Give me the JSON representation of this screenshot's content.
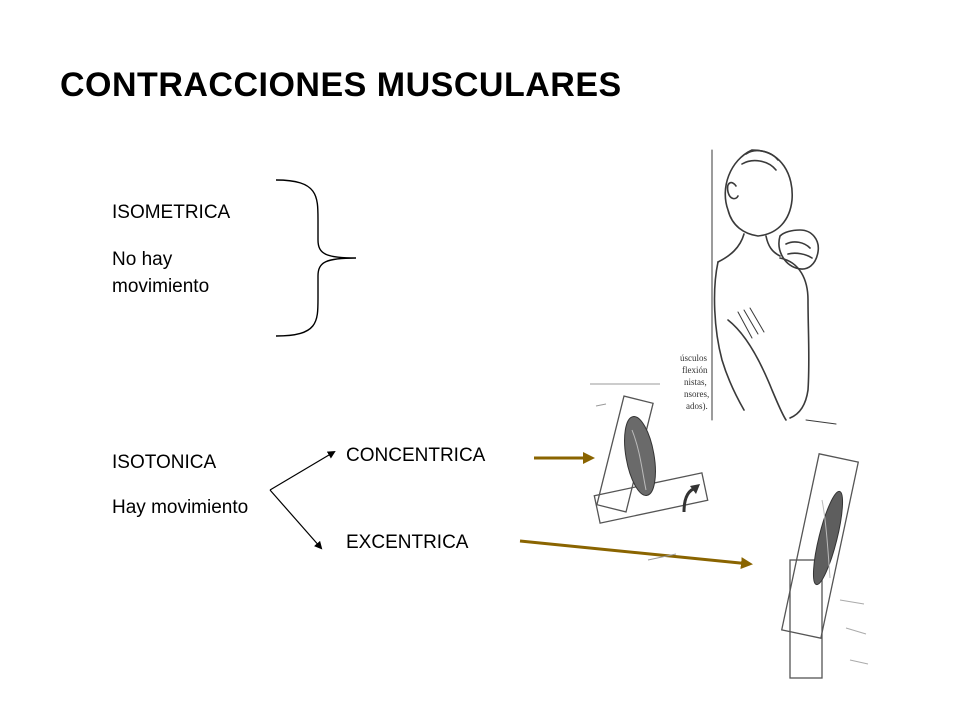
{
  "slide": {
    "title": "CONTRACCIONES MUSCULARES",
    "isometric": {
      "label": "ISOMETRICA",
      "description": "No hay movimiento"
    },
    "isotonic": {
      "label": "ISOTONICA",
      "description": "Hay movimiento"
    },
    "branches": {
      "concentric": "CONCENTRICA",
      "eccentric": "EXCENTRICA"
    },
    "figure_caption": [
      "úsculos",
      "flexión",
      "nistas,",
      "nsores,",
      "ados)."
    ]
  },
  "colors": {
    "text": "#000000",
    "arrow": "#8a6400",
    "sketch": "#3a3a3a",
    "muscle": "#555555"
  },
  "icons": {
    "bracket": "curly-brace-icon",
    "branch": "branch-arrows-icon",
    "pointer": "right-arrow-icon"
  }
}
